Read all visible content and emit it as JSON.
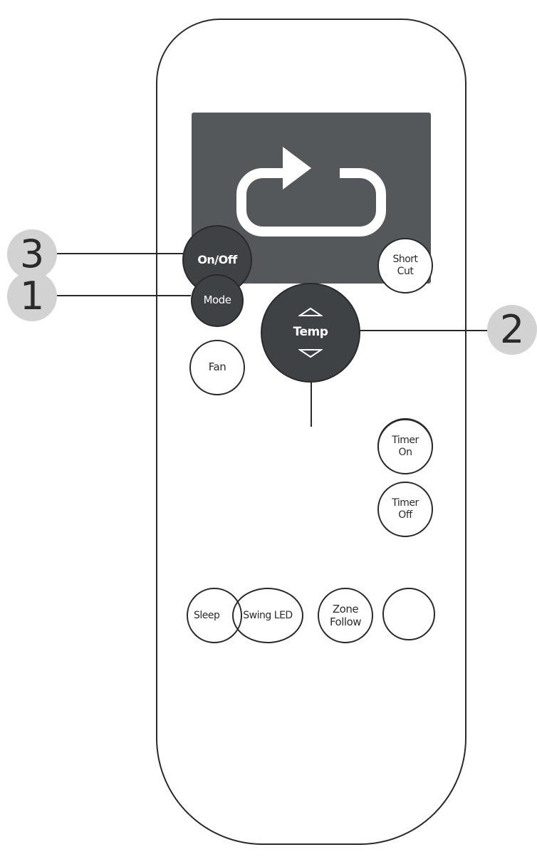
{
  "remote": {
    "display": {
      "icon": "repeat-icon"
    },
    "buttons": {
      "on_off": "On/Off",
      "mode": "Mode",
      "fan": "Fan",
      "temp": "Temp",
      "short_cut": [
        "Short",
        "Cut"
      ],
      "timer_on": [
        "Timer",
        "On"
      ],
      "timer_off": [
        "Timer",
        "Off"
      ],
      "sleep": "Sleep",
      "swing": "Swing",
      "led": "LED",
      "zone_follow": [
        "Zone",
        "Follow"
      ],
      "blank": ""
    }
  },
  "callouts": [
    {
      "number": "3",
      "target": "On/Off"
    },
    {
      "number": "1",
      "target": "Mode"
    },
    {
      "number": "2",
      "target": "Temp"
    }
  ]
}
